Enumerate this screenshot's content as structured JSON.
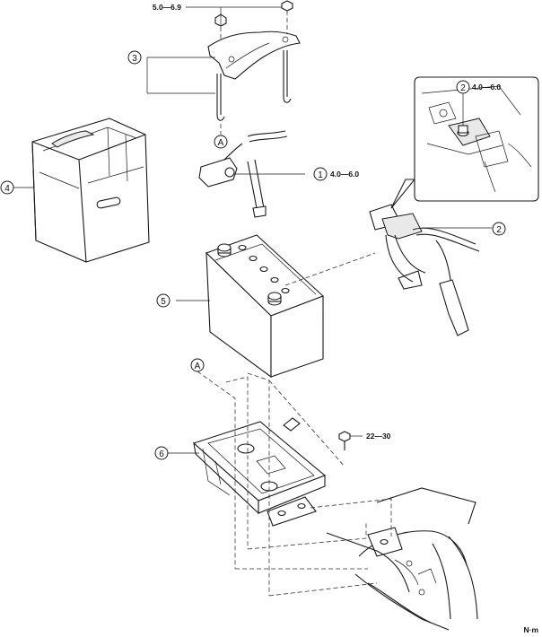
{
  "callouts": {
    "c1": "1",
    "c2": "2",
    "c2_detail": "2",
    "c3": "3",
    "c4": "4",
    "c5": "5",
    "c6": "6",
    "a_top": "A",
    "a_bottom": "A"
  },
  "torques": {
    "top_nuts": "5.0—6.9",
    "terminal_1": "4.0—6.0",
    "terminal_2_detail": "4.0—6.0",
    "tray_bolt": "22—30"
  },
  "unit": "N·m"
}
